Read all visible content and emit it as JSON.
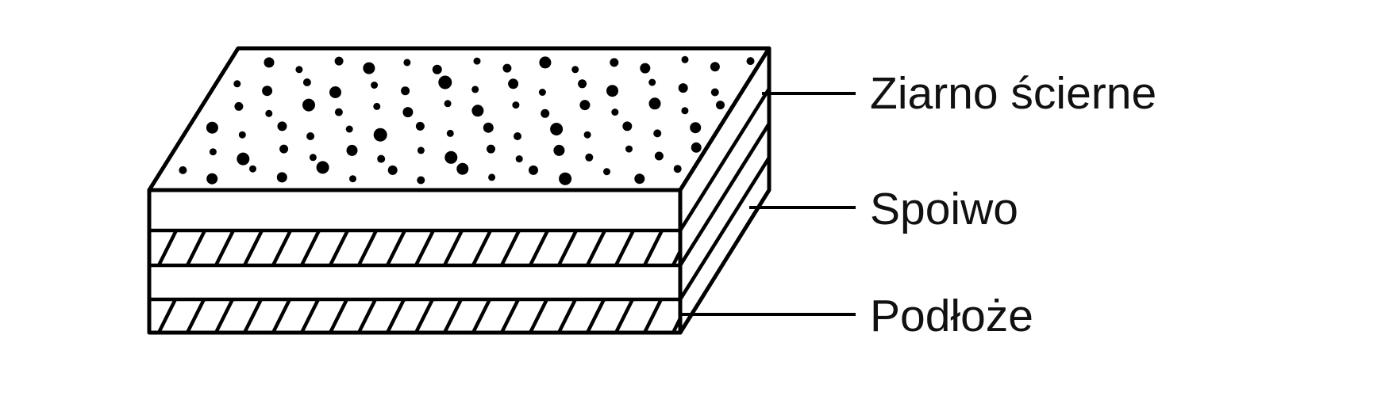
{
  "figure": {
    "title": "",
    "colors": {
      "ink": "#000000",
      "text": "#111111",
      "paper": "#ffffff"
    },
    "labels": [
      {
        "text": "Ziarno ścierne"
      },
      {
        "text": "Spoiwo"
      },
      {
        "text": "Podłoże"
      }
    ],
    "layers": [
      {
        "name": "grain-layer",
        "pattern": "dots"
      },
      {
        "name": "binder-layer",
        "pattern": "plain"
      },
      {
        "name": "hatch-band-1",
        "pattern": "hatch"
      },
      {
        "name": "white-band",
        "pattern": "plain"
      },
      {
        "name": "hatch-band-2",
        "pattern": "hatch"
      }
    ],
    "hatch": {
      "spacing": 36,
      "stroke_width": 4.5,
      "bands": [
        [
          291,
          335
        ],
        [
          378,
          420
        ]
      ]
    },
    "grain_dots": [
      [
        0.04,
        0.14,
        5
      ],
      [
        0.105,
        0.08,
        7
      ],
      [
        0.17,
        0.15,
        4.5
      ],
      [
        0.235,
        0.09,
        6.5
      ],
      [
        0.3,
        0.16,
        8
      ],
      [
        0.37,
        0.08,
        4.5
      ],
      [
        0.435,
        0.14,
        6
      ],
      [
        0.5,
        0.07,
        5
      ],
      [
        0.565,
        0.15,
        7.5
      ],
      [
        0.63,
        0.09,
        4.5
      ],
      [
        0.7,
        0.14,
        6
      ],
      [
        0.77,
        0.08,
        8
      ],
      [
        0.84,
        0.13,
        4.5
      ],
      [
        0.91,
        0.08,
        6.5
      ],
      [
        0.97,
        0.15,
        5
      ],
      [
        0.075,
        0.27,
        4.5
      ],
      [
        0.14,
        0.22,
        8
      ],
      [
        0.205,
        0.29,
        5.5
      ],
      [
        0.27,
        0.23,
        4.5
      ],
      [
        0.335,
        0.28,
        7
      ],
      [
        0.4,
        0.22,
        5
      ],
      [
        0.465,
        0.28,
        4.5
      ],
      [
        0.53,
        0.23,
        8
      ],
      [
        0.595,
        0.29,
        5.5
      ],
      [
        0.66,
        0.22,
        4.5
      ],
      [
        0.725,
        0.28,
        7
      ],
      [
        0.79,
        0.23,
        5
      ],
      [
        0.855,
        0.29,
        4.5
      ],
      [
        0.92,
        0.24,
        5.5
      ],
      [
        0.98,
        0.3,
        6.5
      ],
      [
        0.045,
        0.44,
        7.5
      ],
      [
        0.11,
        0.39,
        4.5
      ],
      [
        0.175,
        0.45,
        6
      ],
      [
        0.24,
        0.38,
        5
      ],
      [
        0.305,
        0.43,
        4.5
      ],
      [
        0.37,
        0.39,
        8.5
      ],
      [
        0.435,
        0.45,
        5.5
      ],
      [
        0.5,
        0.4,
        4.5
      ],
      [
        0.565,
        0.44,
        6.5
      ],
      [
        0.63,
        0.38,
        5
      ],
      [
        0.695,
        0.43,
        8
      ],
      [
        0.76,
        0.39,
        4.5
      ],
      [
        0.825,
        0.45,
        6
      ],
      [
        0.89,
        0.4,
        5
      ],
      [
        0.955,
        0.44,
        7
      ],
      [
        0.07,
        0.59,
        5.5
      ],
      [
        0.135,
        0.54,
        4.5
      ],
      [
        0.2,
        0.6,
        8
      ],
      [
        0.265,
        0.55,
        5
      ],
      [
        0.33,
        0.59,
        4.5
      ],
      [
        0.395,
        0.55,
        6.5
      ],
      [
        0.46,
        0.61,
        4.5
      ],
      [
        0.525,
        0.56,
        7.5
      ],
      [
        0.59,
        0.6,
        4.5
      ],
      [
        0.655,
        0.54,
        5.5
      ],
      [
        0.72,
        0.6,
        6.5
      ],
      [
        0.785,
        0.55,
        4.5
      ],
      [
        0.85,
        0.61,
        7.5
      ],
      [
        0.915,
        0.56,
        4.5
      ],
      [
        0.975,
        0.6,
        5.5
      ],
      [
        0.04,
        0.75,
        4.5
      ],
      [
        0.105,
        0.7,
        6.5
      ],
      [
        0.17,
        0.76,
        5
      ],
      [
        0.235,
        0.69,
        7.5
      ],
      [
        0.3,
        0.74,
        4.5
      ],
      [
        0.365,
        0.7,
        5.5
      ],
      [
        0.43,
        0.76,
        8.5
      ],
      [
        0.495,
        0.71,
        4.5
      ],
      [
        0.56,
        0.75,
        6.5
      ],
      [
        0.625,
        0.69,
        4.5
      ],
      [
        0.69,
        0.75,
        5.5
      ],
      [
        0.755,
        0.7,
        7.5
      ],
      [
        0.82,
        0.76,
        4.5
      ],
      [
        0.885,
        0.72,
        6
      ],
      [
        0.95,
        0.69,
        5
      ],
      [
        0.075,
        0.9,
        6.5
      ],
      [
        0.14,
        0.85,
        4.5
      ],
      [
        0.205,
        0.91,
        5.5
      ],
      [
        0.27,
        0.86,
        7.5
      ],
      [
        0.335,
        0.9,
        4.5
      ],
      [
        0.4,
        0.85,
        6
      ],
      [
        0.465,
        0.91,
        4.5
      ],
      [
        0.53,
        0.86,
        5.5
      ],
      [
        0.595,
        0.9,
        7.5
      ],
      [
        0.66,
        0.85,
        4.5
      ],
      [
        0.725,
        0.9,
        5.5
      ],
      [
        0.79,
        0.86,
        6.5
      ],
      [
        0.855,
        0.92,
        4.5
      ],
      [
        0.92,
        0.87,
        6
      ],
      [
        0.98,
        0.91,
        5
      ]
    ]
  }
}
